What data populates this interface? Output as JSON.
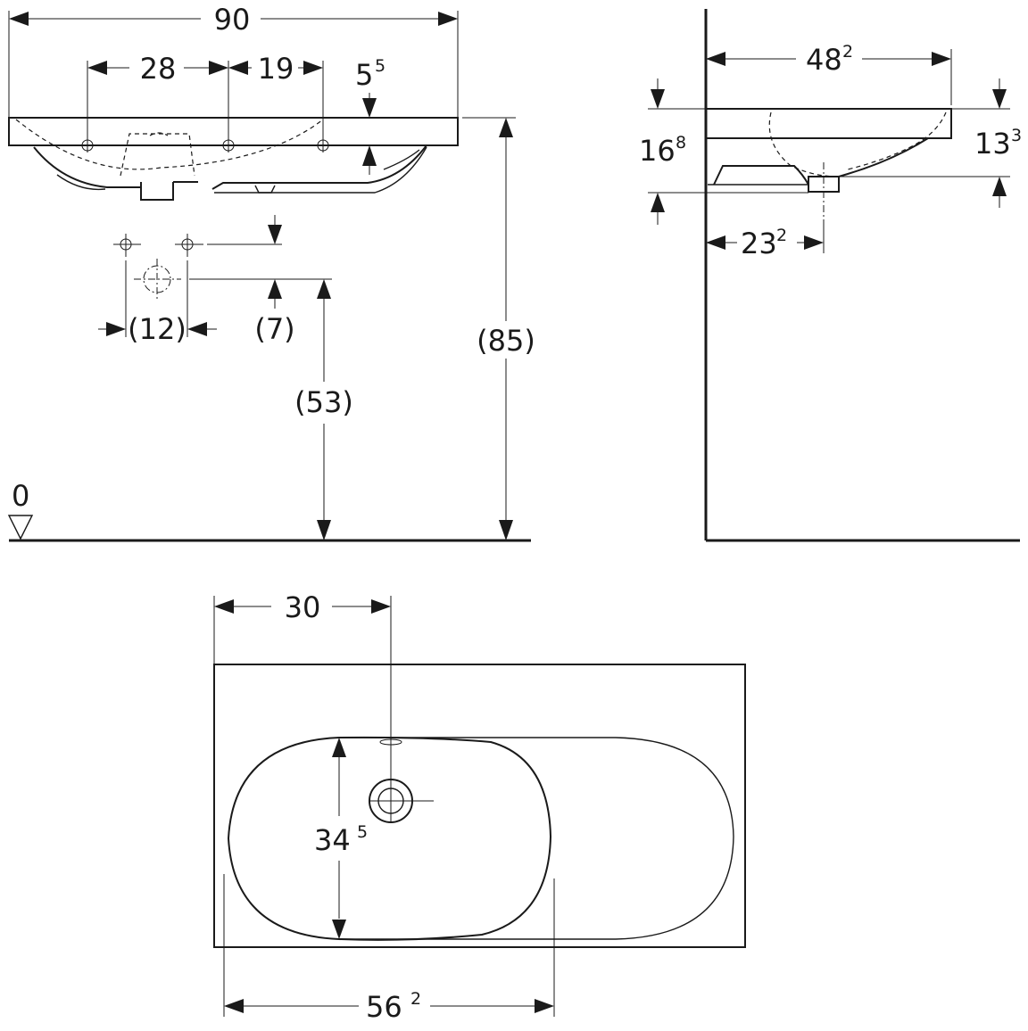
{
  "front_view": {
    "overall_width": "90",
    "tap_spacing_left": "28",
    "tap_spacing_right": "19",
    "rim_thickness_main": "5",
    "rim_thickness_sup": "5",
    "wall_connection_width": "(12)",
    "wall_connection_offset": "(7)",
    "drain_height": "(53)",
    "rim_height": "(85)",
    "floor_level": "0"
  },
  "side_view": {
    "depth_main": "48",
    "depth_sup": "2",
    "total_height_main": "16",
    "total_height_sup": "8",
    "bowl_height_main": "13",
    "bowl_height_sup": "3",
    "drain_offset_main": "23",
    "drain_offset_sup": "2"
  },
  "top_view": {
    "drain_position": "30",
    "bowl_depth_main": "34",
    "bowl_depth_sup": "5",
    "bowl_width_main": "56",
    "bowl_width_sup": "2"
  }
}
